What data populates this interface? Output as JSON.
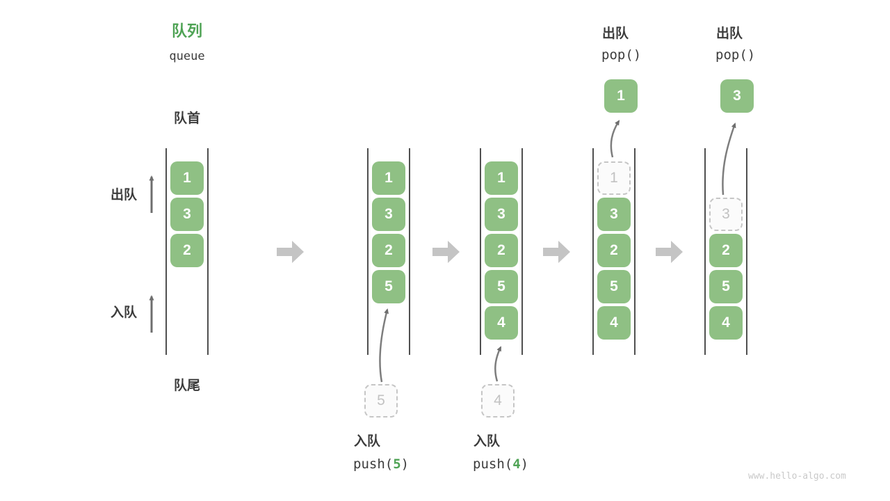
{
  "title": {
    "zh": "队列",
    "en": "queue"
  },
  "side_labels": {
    "front": "队首",
    "rear": "队尾",
    "dequeue": "出队",
    "enqueue": "入队"
  },
  "col1": {
    "cells": [
      "1",
      "3",
      "2"
    ]
  },
  "col2": {
    "cells": [
      "1",
      "3",
      "2",
      "5"
    ],
    "staged": "5",
    "action_label": "入队",
    "code_open": "push(",
    "code_arg": "5",
    "code_close": ")"
  },
  "col3": {
    "cells": [
      "1",
      "3",
      "2",
      "5",
      "4"
    ],
    "staged": "4",
    "action_label": "入队",
    "code_open": "push(",
    "code_arg": "4",
    "code_close": ")"
  },
  "col4": {
    "dashed": "1",
    "cells": [
      "3",
      "2",
      "5",
      "4"
    ],
    "popped": "1",
    "action_label": "出队",
    "code": "pop()"
  },
  "col5": {
    "dashed": "3",
    "cells": [
      "2",
      "5",
      "4"
    ],
    "popped": "3",
    "action_label": "出队",
    "code": "pop()"
  },
  "watermark": "www.hello-algo.com",
  "colors": {
    "box_green": "#8FC084",
    "accent_green": "#4FA355",
    "dark_text": "#3C3C3C",
    "step_arrow": "#C4C4C4",
    "curve_arrow": "#7D7D7D",
    "dashed_border": "#C6C6C6",
    "channel_line": "#4F4F4F",
    "watermark": "#C9C9C9"
  }
}
